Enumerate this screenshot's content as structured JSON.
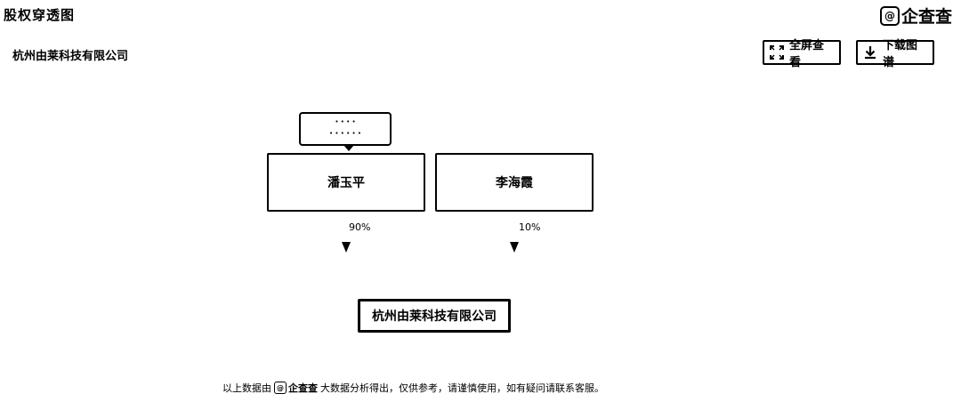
{
  "header": {
    "title": "股权穿透图",
    "brand_at": "@",
    "brand_name": "企查查"
  },
  "company_name": "杭州由莱科技有限公司",
  "toolbar": {
    "fullscreen_label": "全屏查看",
    "download_label": "下载图谱",
    "fullscreen_icon": "expand-icon",
    "download_icon": "download-icon"
  },
  "chart": {
    "tooltip_line1": "• • • •",
    "tooltip_line2": "• • • • • •",
    "shareholders": [
      {
        "name": "潘玉平",
        "percent": "90%"
      },
      {
        "name": "李海霞",
        "percent": "10%"
      }
    ],
    "target": "杭州由莱科技有限公司"
  },
  "footer": {
    "prefix": "以上数据由",
    "logo_at": "@",
    "logo_name": "企查查",
    "suffix": "大数据分析得出，仅供参考，请谨慎使用，如有疑问请联系客服。"
  }
}
